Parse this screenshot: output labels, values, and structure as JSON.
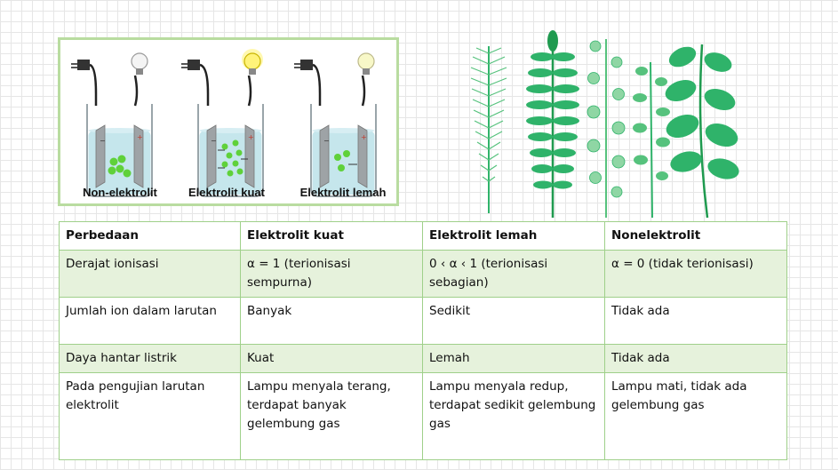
{
  "illustration": {
    "beakers": [
      {
        "caption": "Non-elektrolit",
        "bulb_state": "off"
      },
      {
        "caption": "Elektrolit kuat",
        "bulb_state": "bright"
      },
      {
        "caption": "Elektrolit lemah",
        "bulb_state": "dim"
      }
    ],
    "colors": {
      "frame": "#b9dca0",
      "solution": "#bfe3ea",
      "particles": "#5fd13a",
      "bulb_bright": "#fff37a",
      "bulb_dim": "#f8f8c8"
    }
  },
  "decoration": {
    "icon": "leaves-illustration",
    "colors": [
      "#2fb36a",
      "#1f9a4f",
      "#56c27d",
      "#8fd6a4"
    ]
  },
  "table": {
    "headers": [
      "Perbedaan",
      "Elektrolit kuat",
      "Elektrolit lemah",
      "Nonelektrolit"
    ],
    "rows": [
      [
        "Derajat ionisasi",
        "α = 1 (terionisasi sempurna)",
        "0 ‹ α ‹ 1 (terionisasi sebagian)",
        "α = 0 (tidak terionisasi)"
      ],
      [
        "Jumlah ion dalam larutan",
        "Banyak",
        "Sedikit",
        "Tidak ada"
      ],
      [
        "Daya hantar listrik",
        "Kuat",
        "Lemah",
        "Tidak ada"
      ],
      [
        "Pada pengujian larutan elektrolit",
        "Lampu menyala terang, terdapat banyak gelembung gas",
        "Lampu menyala redup, terdapat sedikit gelembung gas",
        "Lampu mati, tidak ada gelembung gas"
      ]
    ]
  }
}
